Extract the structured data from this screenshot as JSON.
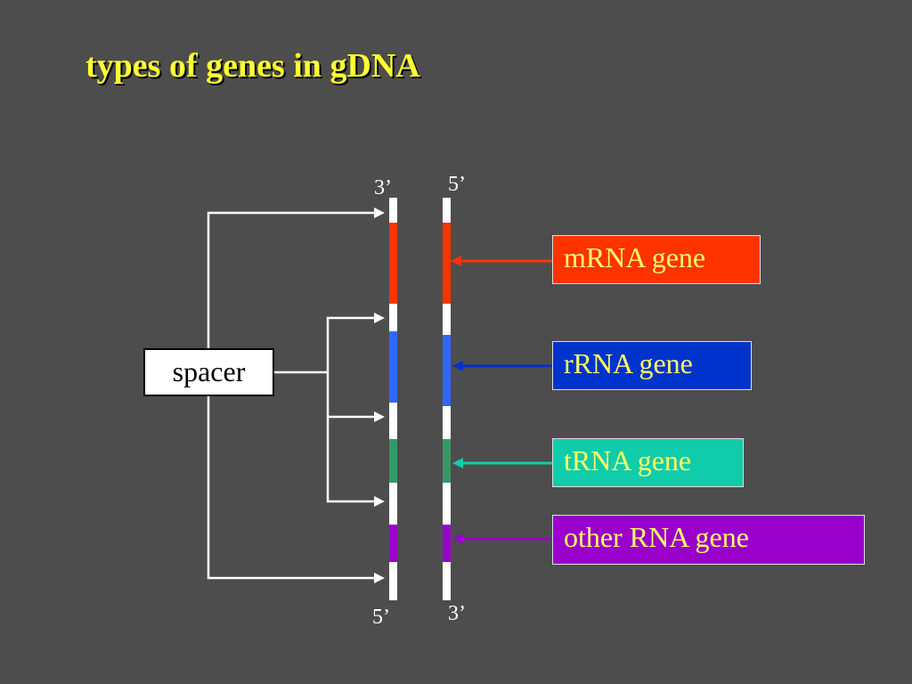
{
  "title": "types of genes in gDNA",
  "strands": {
    "left_top": "3’",
    "left_bottom": "5’",
    "right_top": "5’",
    "right_bottom": "3’"
  },
  "spacer_label": "spacer",
  "genes": [
    {
      "label": "mRNA gene",
      "box_color": "#ff3300",
      "text_color": "#ffff66",
      "segment_color": "#ff3300"
    },
    {
      "label": "rRNA gene",
      "box_color": "#0033cc",
      "text_color": "#ffff66",
      "segment_color": "#3366ff"
    },
    {
      "label": "tRNA gene",
      "box_color": "#11ccaa",
      "text_color": "#ffff66",
      "segment_color": "#339966"
    },
    {
      "label": "other RNA gene",
      "box_color": "#9900cc",
      "text_color": "#ffff66",
      "segment_color": "#9900cc"
    }
  ],
  "colors": {
    "background": "#4d4d4d",
    "strand": "#ffffff",
    "title": "#ffff33"
  }
}
